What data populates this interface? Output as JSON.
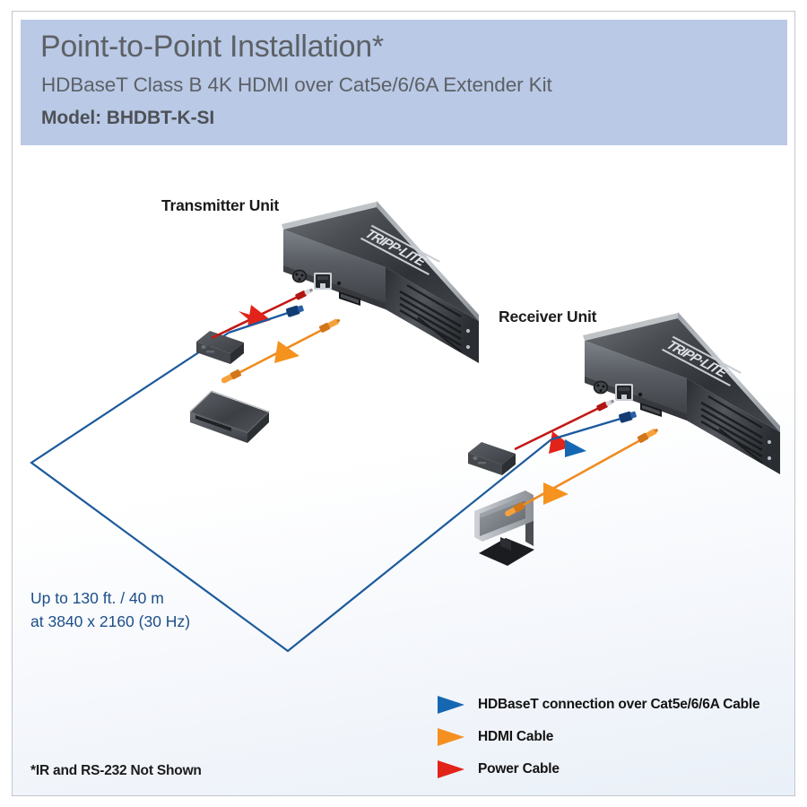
{
  "header": {
    "title": "Point-to-Point Installation*",
    "subtitle": "HDBaseT Class B 4K HDMI over Cat5e/6/6A Extender Kit",
    "model": "Model: BHDBT-K-SI",
    "band_color": "#b9c9e6",
    "text_color": "#5d6166"
  },
  "diagram": {
    "transmitter_label": "Transmitter Unit",
    "receiver_label": "Receiver Unit",
    "device_brand": "TRIPP-LITE",
    "distance_line1": "Up to 130 ft. / 40 m",
    "distance_line2": "at 3840 x 2160 (30 Hz)",
    "distance_color": "#1c4f89",
    "cat5e_path_color": "#1c5a9c"
  },
  "legend": {
    "items": [
      {
        "label": "HDBaseT connection over Cat5e/6/6A Cable",
        "color": "#1667b1",
        "icon": "arrow-right-icon"
      },
      {
        "label": "HDMI Cable",
        "color": "#f59020",
        "icon": "arrow-right-icon"
      },
      {
        "label": "Power Cable",
        "color": "#e2231a",
        "icon": "arrow-right-icon"
      }
    ]
  },
  "footnote": {
    "text": "*IR and RS-232 Not Shown"
  },
  "colors": {
    "power_cable": "#c21a17",
    "hdbaset_cable": "#1b5a9e",
    "hdmi_cable": "#ef8b20",
    "device_dark": "#3a3d41",
    "device_light": "#8e9298",
    "frame_border": "#c3c7cc"
  }
}
